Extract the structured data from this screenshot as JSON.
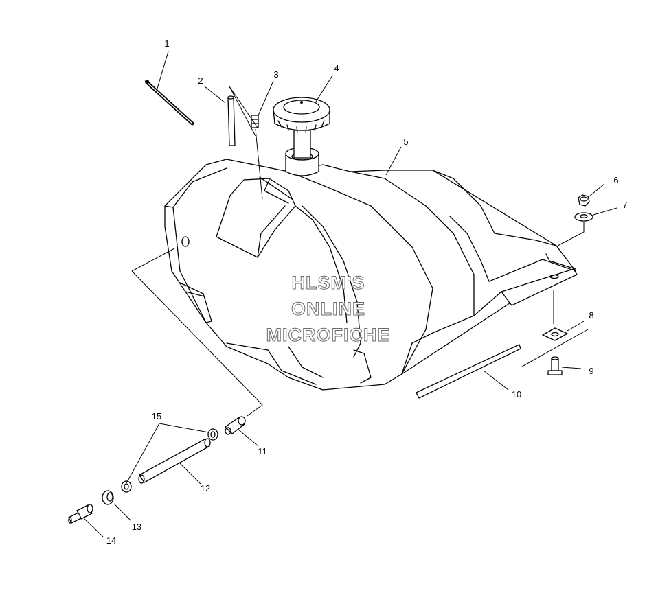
{
  "diagram": {
    "callouts": [
      {
        "id": "1",
        "label": "1"
      },
      {
        "id": "2",
        "label": "2"
      },
      {
        "id": "3",
        "label": "3"
      },
      {
        "id": "4",
        "label": "4"
      },
      {
        "id": "5",
        "label": "5"
      },
      {
        "id": "6",
        "label": "6"
      },
      {
        "id": "7",
        "label": "7"
      },
      {
        "id": "8",
        "label": "8"
      },
      {
        "id": "9",
        "label": "9"
      },
      {
        "id": "10",
        "label": "10"
      },
      {
        "id": "11",
        "label": "11"
      },
      {
        "id": "12",
        "label": "12"
      },
      {
        "id": "13",
        "label": "13"
      },
      {
        "id": "14",
        "label": "14"
      },
      {
        "id": "15",
        "label": "15"
      }
    ]
  },
  "watermark": {
    "line1": "HLSM'S",
    "line2": "ONLINE",
    "line3": "MICROFICHE"
  }
}
